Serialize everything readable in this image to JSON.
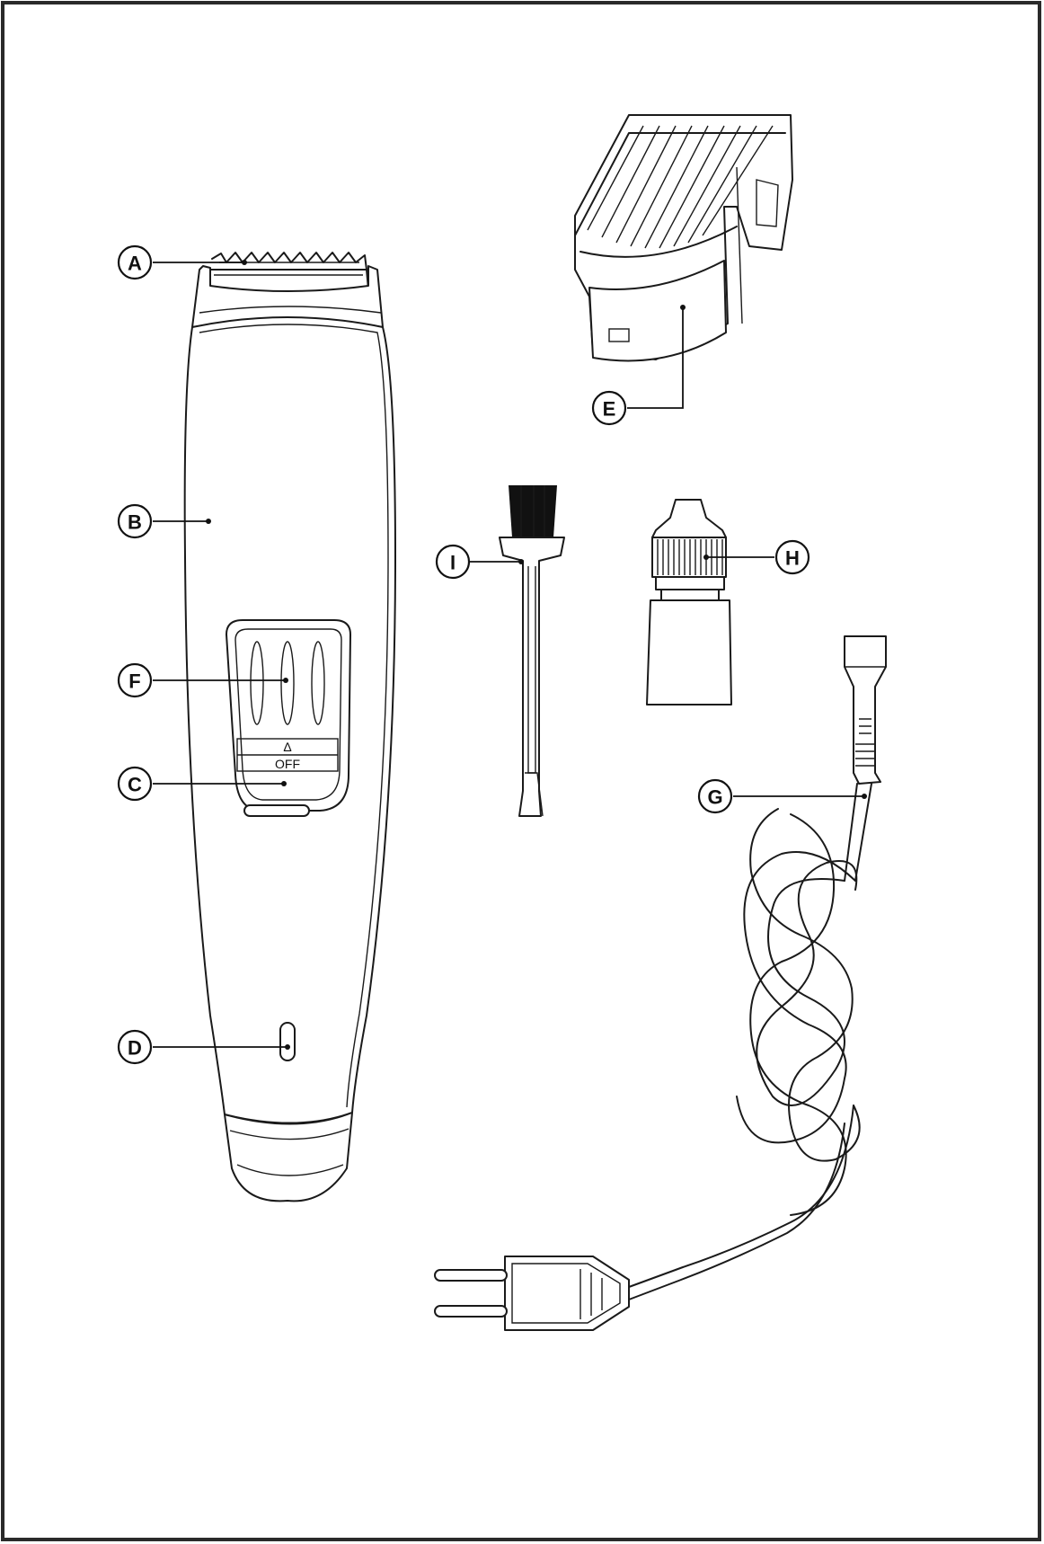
{
  "figure": {
    "switch_symbol": "∆",
    "switch_off_label": "OFF"
  },
  "callouts": {
    "A": "A",
    "B": "B",
    "C": "C",
    "D": "D",
    "E": "E",
    "F": "F",
    "G": "G",
    "H": "H",
    "I": "I"
  },
  "colors": {
    "line": "#1a1a1a",
    "background": "#ffffff"
  }
}
